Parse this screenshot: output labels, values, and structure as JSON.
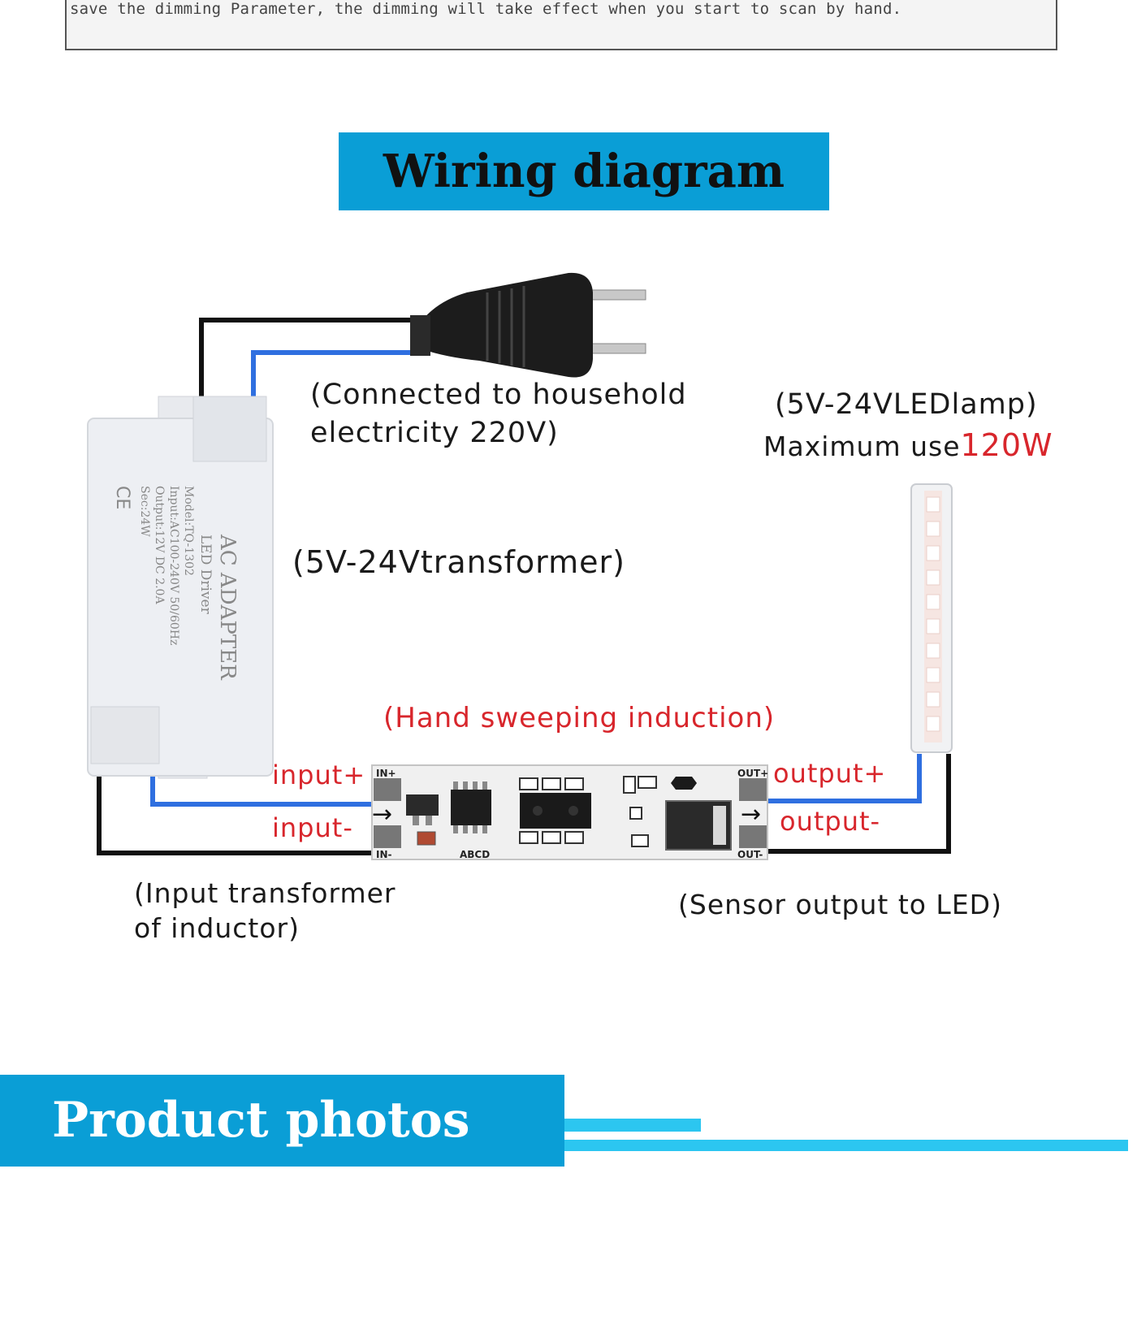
{
  "top_note": {
    "text": "save the dimming Parameter, the dimming will take effect when you start to scan by hand."
  },
  "wiring_banner": {
    "title": "Wiring diagram"
  },
  "labels": {
    "household_line1": "(Connected to household",
    "household_line2": "electricity 220V)",
    "lamp_line1": "(5V-24VLEDlamp)",
    "lamp_line2_prefix": "Maximum use",
    "lamp_line2_power": "120W",
    "transformer": "(5V-24Vtransformer)",
    "hand_sweep": "(Hand sweeping induction)",
    "input_plus": "input+",
    "input_minus": "input-",
    "output_plus": "output+",
    "output_minus": "output-",
    "input_transformer_line1": "(Input transformer",
    "input_transformer_line2": "of inductor)",
    "sensor_output": "(Sensor output to LED)"
  },
  "adapter": {
    "title": "AC ADAPTER",
    "subtitle": "LED Driver",
    "model": "Model:TQ-1302",
    "input": "Input:AC100-240V 50/60Hz",
    "output": "Output:12V DC 2.0A",
    "sec": "Sec:24W",
    "ce": "CE"
  },
  "board": {
    "in_plus": "IN+",
    "in_minus": "IN-",
    "out_plus": "OUT+",
    "out_minus": "OUT-",
    "abcd": "ABCD"
  },
  "product_banner": {
    "title": "Product photos"
  },
  "colors": {
    "banner": "#0a9ed6",
    "accent_bar": "#2cc6f0",
    "wire_blue": "#2f6fe0",
    "wire_black": "#111111",
    "highlight_red": "#d8262c"
  }
}
